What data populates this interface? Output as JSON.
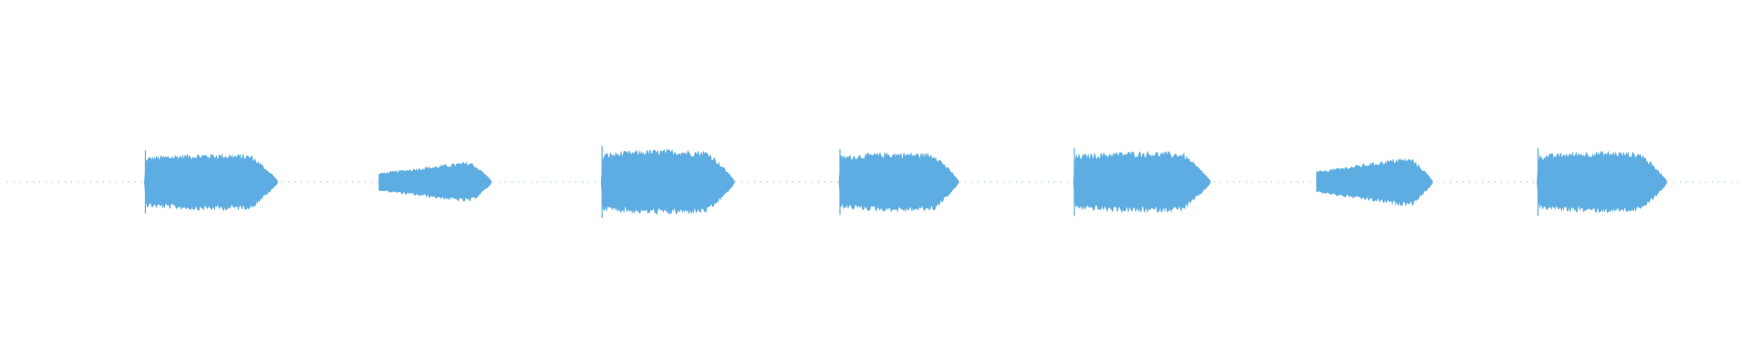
{
  "waveform": {
    "color": "#5dade2",
    "background": "#ffffff",
    "bursts": [
      {
        "start": 0.079,
        "end": 0.156,
        "amplitude": 0.63,
        "attack": "sharp",
        "peak_at": 0.5
      },
      {
        "start": 0.214,
        "end": 0.279,
        "amplitude": 0.44,
        "attack": "swell",
        "peak_at": 0.75
      },
      {
        "start": 0.342,
        "end": 0.419,
        "amplitude": 0.72,
        "attack": "sharp",
        "peak_at": 0.45
      },
      {
        "start": 0.479,
        "end": 0.548,
        "amplitude": 0.66,
        "attack": "sharp",
        "peak_at": 0.5
      },
      {
        "start": 0.614,
        "end": 0.693,
        "amplitude": 0.68,
        "attack": "sharp",
        "peak_at": 0.45
      },
      {
        "start": 0.754,
        "end": 0.821,
        "amplitude": 0.52,
        "attack": "swell",
        "peak_at": 0.7
      },
      {
        "start": 0.881,
        "end": 0.956,
        "amplitude": 0.68,
        "attack": "sharp",
        "peak_at": 0.5
      }
    ]
  }
}
